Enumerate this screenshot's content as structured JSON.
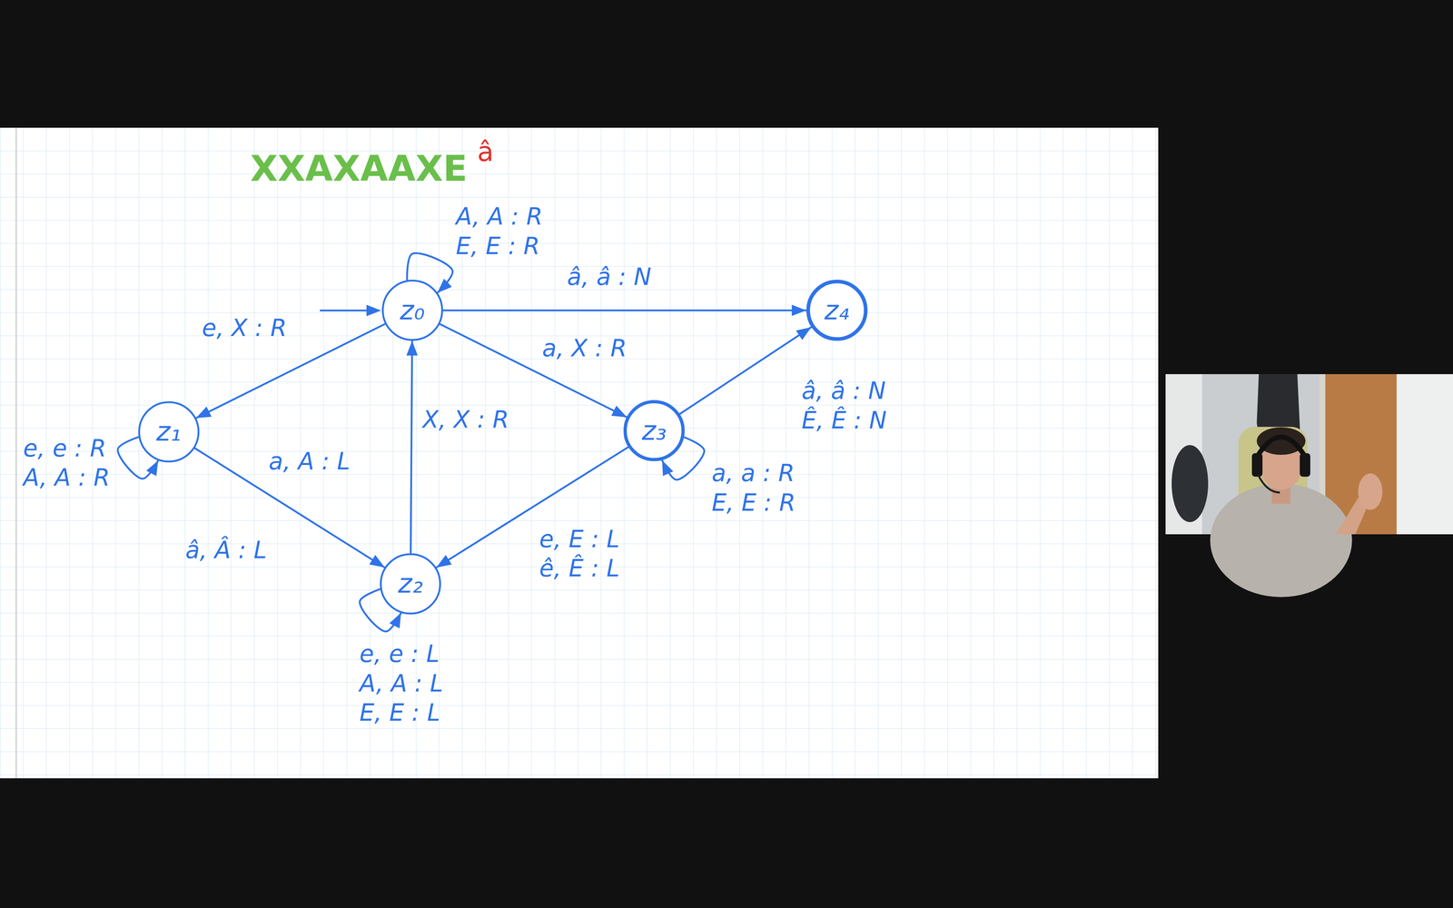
{
  "diagram": {
    "nodes": [
      {
        "text": [
          "z₀"
        ]
      },
      {
        "text": [
          "z₁"
        ]
      },
      {
        "text": [
          "z₂"
        ]
      },
      {
        "text": [
          "z₃"
        ]
      },
      {
        "text": [
          "z₄"
        ]
      }
    ],
    "edges": [
      {
        "from": 0,
        "to": 1,
        "label": "e, X : R",
        "arrow": "to"
      },
      {
        "from": 0,
        "to": 3,
        "label": "a, X : R",
        "arrow": "to"
      },
      {
        "from": 0,
        "to": 4,
        "label": "â, â : N",
        "arrow": "to"
      },
      {
        "from": 1,
        "to": 2,
        "label": "a, A : L",
        "arrow": "to"
      },
      {
        "from": 2,
        "to": 0,
        "label": "X, X : R",
        "arrow": "to"
      },
      {
        "from": 3,
        "to": 2,
        "label": "e, E : L ê, Ê : L",
        "arrow": "to"
      },
      {
        "from": 3,
        "to": 4,
        "label": "â, â : N Ê, Ê : N",
        "arrow": "to"
      },
      {
        "from": 0,
        "to": 0,
        "label": "A, A : R E, E : R",
        "arrow": "to"
      },
      {
        "from": 1,
        "to": 1,
        "label": "e, e : R A, A : R",
        "arrow": "to"
      },
      {
        "from": 2,
        "to": 2,
        "label": "e, e : L A, A : L E, E : L",
        "arrow": "to"
      },
      {
        "from": 3,
        "to": 3,
        "label": "a, a : R E, E : R",
        "arrow": "to"
      }
    ],
    "labels": [
      "XXAXAAXE",
      "â",
      "â, Â : L"
    ]
  }
}
